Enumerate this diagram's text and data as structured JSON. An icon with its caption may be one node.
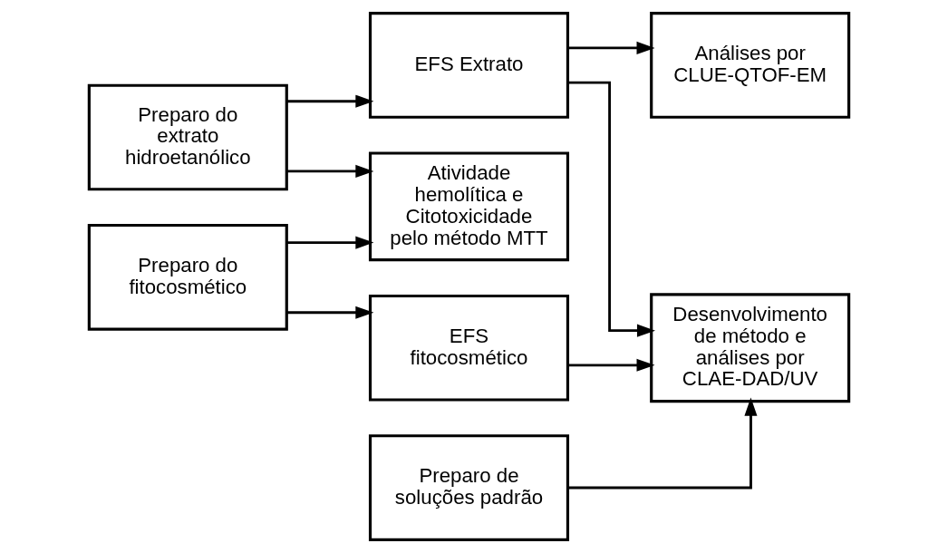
{
  "diagram": {
    "nodes": [
      {
        "text": [
          "Preparo do extrato hidroetanólico"
        ]
      },
      {
        "text": [
          "EFS Extrato"
        ]
      },
      {
        "text": [
          "Análises por CLUE-QTOF-EM"
        ]
      },
      {
        "text": [
          "Preparo do fitocosmético"
        ]
      },
      {
        "text": [
          "EFS fitocosmético"
        ]
      },
      {
        "text": [
          "Preparo de soluções padrão"
        ]
      },
      {
        "text": [
          "Atividade hemolítica e Citotoxicidade pelo método MTT"
        ]
      },
      {
        "text": [
          "Desenvolvimento de método e análises por CLAE-DAD/UV"
        ]
      }
    ],
    "edges": [
      {
        "from": 0,
        "to": 1,
        "arrow": "to"
      },
      {
        "from": 1,
        "to": 2,
        "arrow": "to"
      },
      {
        "from": 3,
        "to": 4,
        "arrow": "to"
      },
      {
        "from": 0,
        "to": 6,
        "arrow": "to"
      },
      {
        "from": 3,
        "to": 6,
        "arrow": "to"
      },
      {
        "from": 1,
        "to": 7,
        "arrow": "to"
      },
      {
        "from": 4,
        "to": 7,
        "arrow": "to"
      },
      {
        "from": 5,
        "to": 7,
        "arrow": "to"
      }
    ]
  }
}
